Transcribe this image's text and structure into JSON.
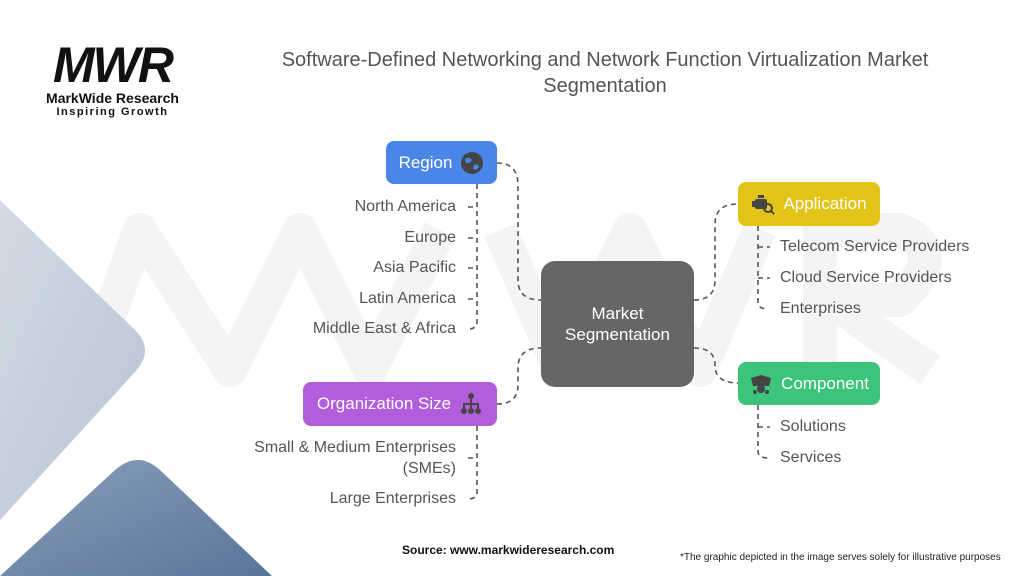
{
  "logo": {
    "mark": "MWR",
    "name": "MarkWide Research",
    "tagline": "Inspiring Growth"
  },
  "title": "Software-Defined Networking and Network Function Virtualization Market Segmentation",
  "center": {
    "label": "Market Segmentation",
    "color": "#666666"
  },
  "branches": {
    "region": {
      "label": "Region",
      "color": "#4a86e8",
      "icon": "globe-icon",
      "items": [
        "North America",
        "Europe",
        "Asia Pacific",
        "Latin America",
        "Middle East & Africa"
      ]
    },
    "organization": {
      "label": "Organization Size",
      "color": "#b25ddc",
      "icon": "hierarchy-icon",
      "items": [
        "Small & Medium Enterprises (SMEs)",
        "Large Enterprises"
      ],
      "item0_lines": [
        "Small & Medium Enterprises",
        "(SMEs)"
      ]
    },
    "application": {
      "label": "Application",
      "color": "#e2c419",
      "icon": "engine-search-icon",
      "items": [
        "Telecom Service Providers",
        "Cloud Service Providers",
        "Enterprises"
      ]
    },
    "component": {
      "label": "Component",
      "color": "#3cc47c",
      "icon": "component-icon",
      "items": [
        "Solutions",
        "Services"
      ]
    }
  },
  "footer": {
    "source": "Source: www.markwideresearch.com",
    "disclaimer": "*The graphic depicted in the image serves solely for illustrative purposes"
  }
}
